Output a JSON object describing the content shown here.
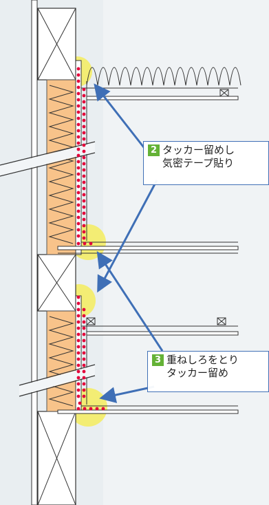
{
  "callouts": [
    {
      "number": "2",
      "line1": "タッカー留めし",
      "line2": "気密テープ貼り"
    },
    {
      "number": "3",
      "line1": "重ねしろをとり",
      "line2": "タッカー留め"
    }
  ],
  "colors": {
    "insulation": "#f8c38a",
    "vapor_barrier_dots": "#e3003a",
    "highlight": "#f5ec4a",
    "arrow": "#3f6fb6",
    "step_badge": "#64b236"
  }
}
